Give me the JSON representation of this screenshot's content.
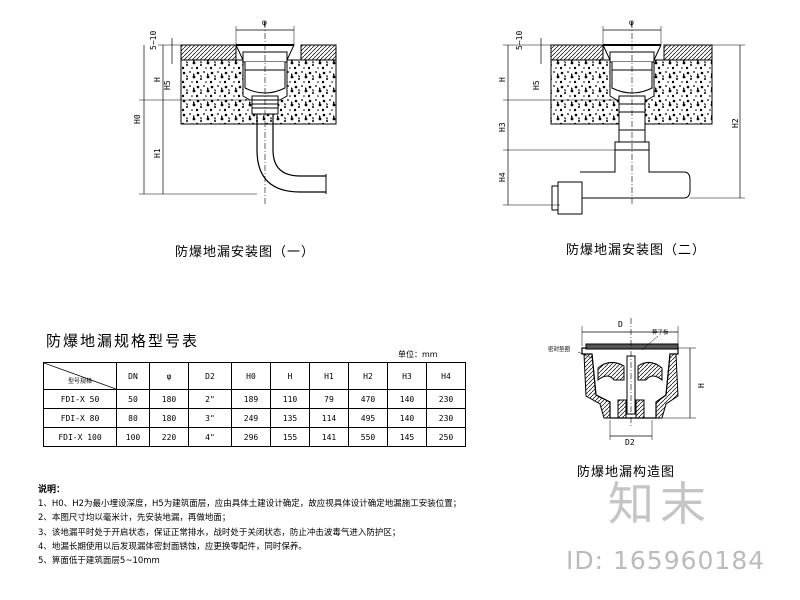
{
  "drawing1": {
    "caption": "防爆地漏安装图（一）",
    "dims": {
      "dia": "φ",
      "gap": "5~10",
      "h5": "H5",
      "h": "H",
      "h0": "H0",
      "h1": "H1"
    }
  },
  "drawing2": {
    "caption": "防爆地漏安装图（二）",
    "dims": {
      "dia": "φ",
      "gap": "5~10",
      "h5": "H5",
      "h": "H",
      "h3": "H3",
      "h4": "H4",
      "h2": "H2"
    }
  },
  "drawing3": {
    "caption": "防爆地漏构造图",
    "dims": {
      "d": "D",
      "h": "H",
      "d2": "D2"
    },
    "labels": {
      "left": "密封垫圈",
      "top": "箅子板"
    }
  },
  "spec_table": {
    "title": "防爆地漏规格型号表",
    "unit": "单位：mm",
    "corner_label": "型号规格",
    "columns": [
      "DN",
      "φ",
      "D2",
      "H0",
      "H",
      "H1",
      "H2",
      "H3",
      "H4"
    ],
    "rows": [
      {
        "model": "FDI-X  50",
        "values": [
          "50",
          "180",
          "2\"",
          "189",
          "110",
          "79",
          "470",
          "140",
          "230"
        ]
      },
      {
        "model": "FDI-X  80",
        "values": [
          "80",
          "180",
          "3\"",
          "249",
          "135",
          "114",
          "495",
          "140",
          "230"
        ]
      },
      {
        "model": "FDI-X 100",
        "values": [
          "100",
          "220",
          "4\"",
          "296",
          "155",
          "141",
          "550",
          "145",
          "250"
        ]
      }
    ]
  },
  "notes": {
    "heading": "说明：",
    "items": [
      "1、H0、H2为最小埋设深度，H5为建筑面层，应由具体土建设计确定，故应视具体设计确定地漏施工安装位置；",
      "2、本图尺寸均以毫米计，先安装地漏，再做地面；",
      "3、该地漏平时处于开启状态，保证正常排水，战时处于关闭状态，防止冲击波毒气进入防护区；",
      "4、地漏长期使用以后发现漏体密封面锈蚀，应更换零配件，同时保养。",
      "5、箅面低于建筑面层5~10mm"
    ]
  },
  "watermark": {
    "logo": "知末",
    "id": "ID: 165960184"
  }
}
